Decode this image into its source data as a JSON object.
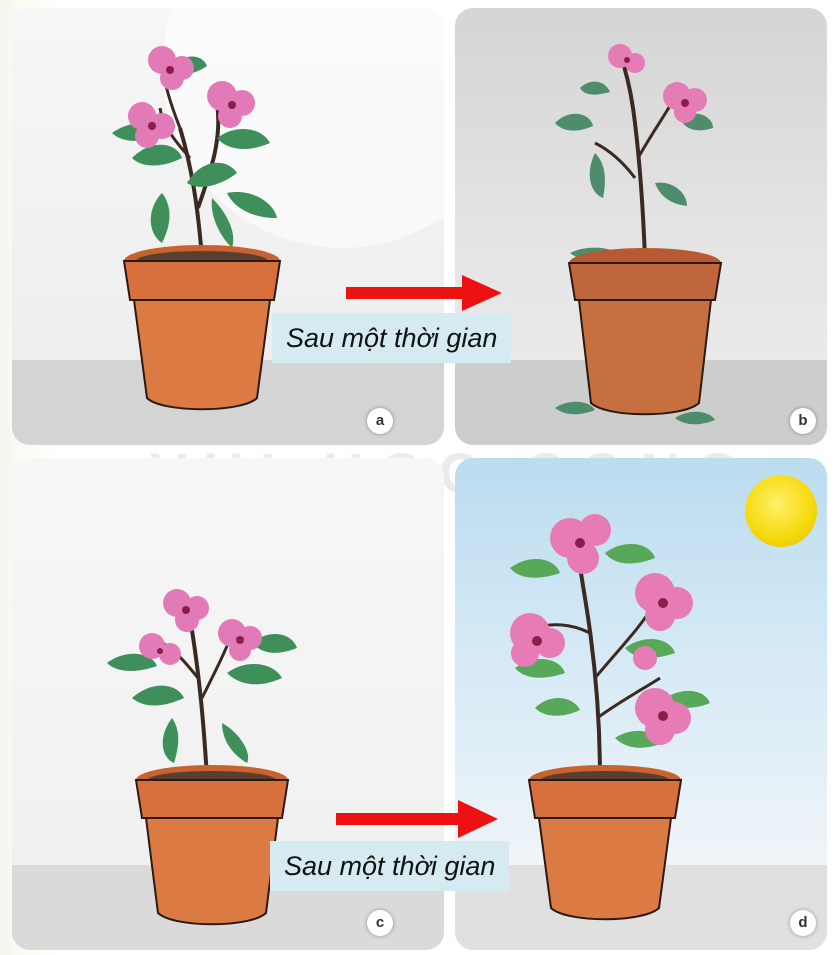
{
  "figure": {
    "watermark": "VUI HOC SONG",
    "panels": [
      {
        "id": "a",
        "badge": "a",
        "scene": "healthy-plant-indoor"
      },
      {
        "id": "b",
        "badge": "b",
        "scene": "wilted-plant-indoor"
      },
      {
        "id": "c",
        "badge": "c",
        "scene": "healthy-plant-indoor"
      },
      {
        "id": "d",
        "badge": "d",
        "scene": "thriving-plant-sunlight"
      }
    ],
    "captions": {
      "top": "Sau một thời gian",
      "bottom": "Sau một thời gian"
    },
    "colors": {
      "arrow": "#ee1111",
      "caption_bg": "#d6ebf1",
      "pot": "#d8703e",
      "flower": "#e46bb0",
      "leaf": "#3e8f5a",
      "sun": "#f5d90a"
    },
    "icons": [
      "red-arrow-icon",
      "sun-icon",
      "plant-icon",
      "flower-icon"
    ]
  }
}
